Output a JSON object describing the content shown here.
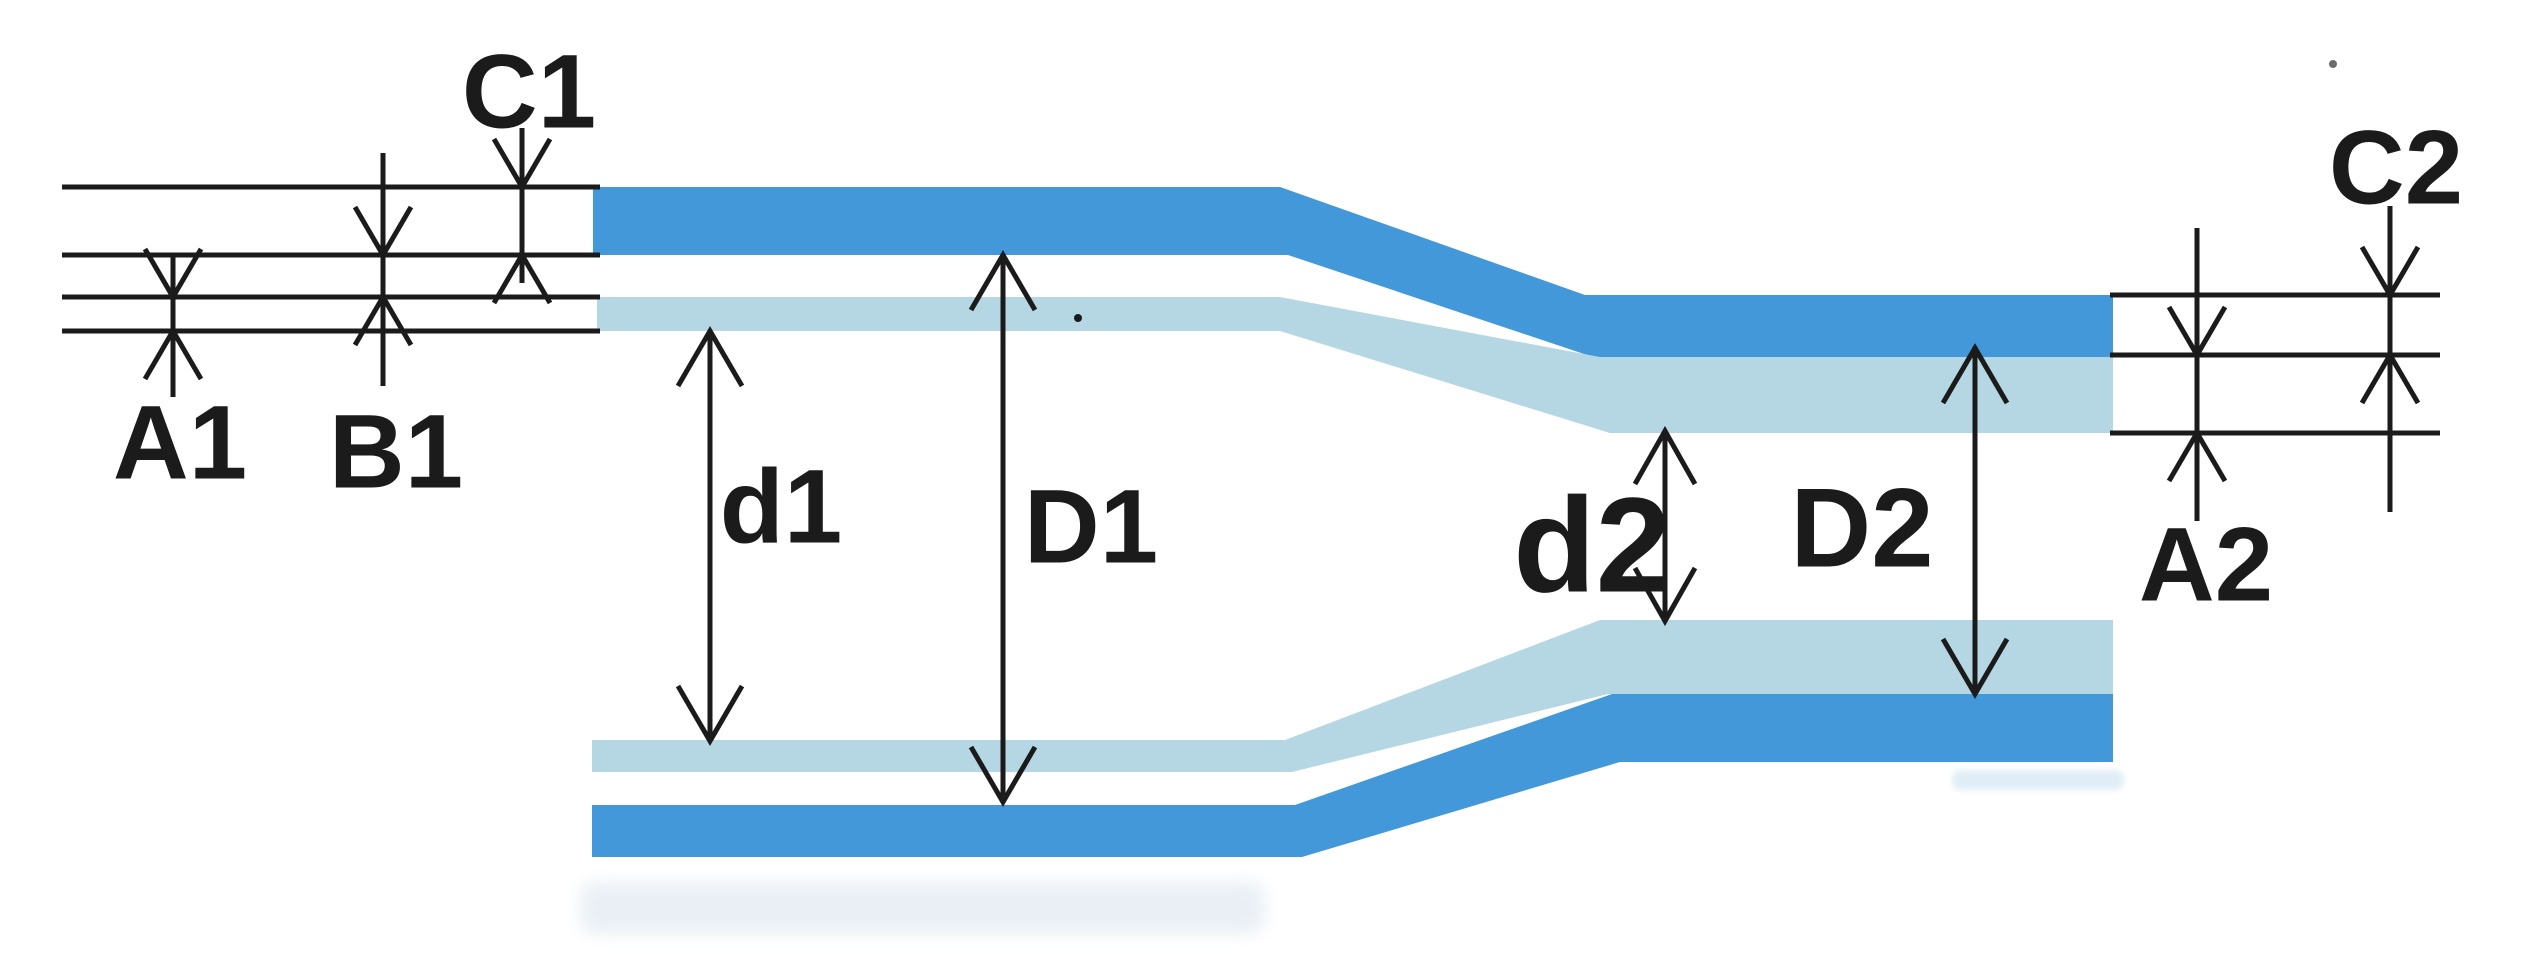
{
  "diagram": {
    "labels": {
      "a1": "A1",
      "b1": "B1",
      "c1": "C1",
      "d1": "d1",
      "D1": "D1",
      "d2": "d2",
      "D2": "D2",
      "a2": "A2",
      "c2": "C2"
    },
    "colors": {
      "outer_layer": "#4298d8",
      "inner_layer": "#b5d7e4",
      "line": "#1b1b1b",
      "background": "#ffffff",
      "artifact": "#e9eff5",
      "artifact_sliver": "#dcebf5"
    }
  }
}
